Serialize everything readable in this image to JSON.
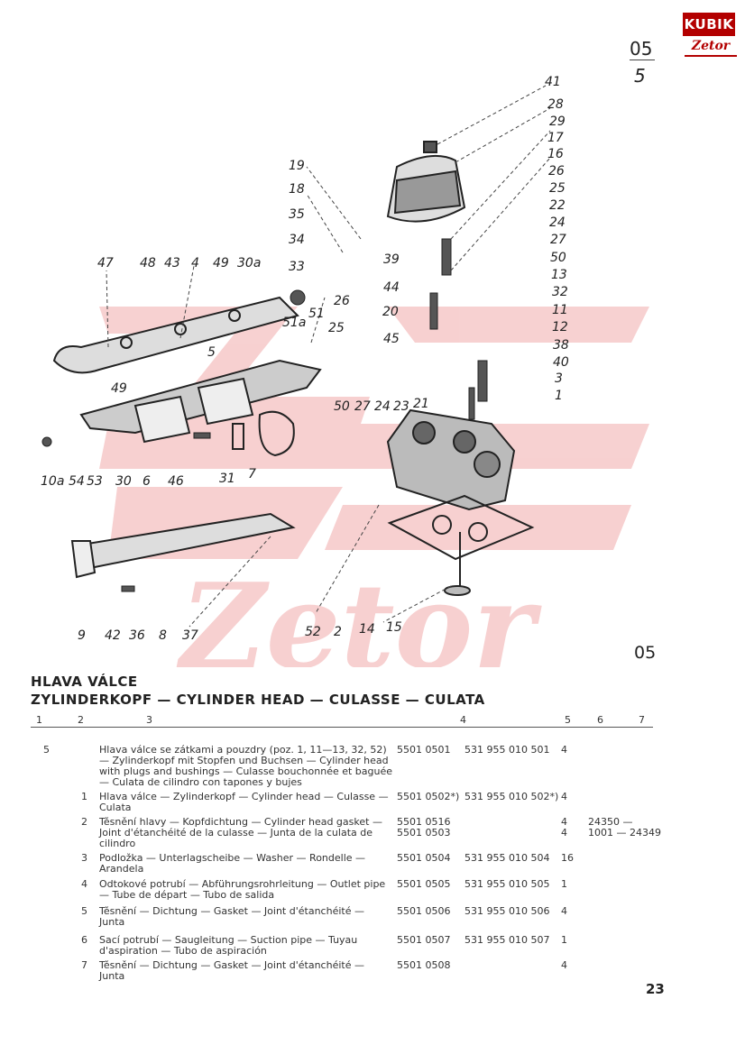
{
  "brand": {
    "logo_text": "KUBIK",
    "sub_logo_text": "Zetor"
  },
  "header": {
    "section_code": "05",
    "section_number": "5"
  },
  "diagram": {
    "side_code": "05",
    "callouts": [
      "41",
      "28",
      "29",
      "17",
      "16",
      "26",
      "25",
      "22",
      "24",
      "27",
      "50",
      "13",
      "32",
      "11",
      "12",
      "38",
      "40",
      "3",
      "1",
      "19",
      "18",
      "35",
      "34",
      "33",
      "39",
      "44",
      "20",
      "45",
      "26",
      "25",
      "21",
      "23",
      "24",
      "27",
      "50",
      "47",
      "48",
      "43",
      "4",
      "49",
      "30a",
      "51",
      "51a",
      "5",
      "49",
      "10a",
      "54",
      "53",
      "30",
      "6",
      "46",
      "31",
      "7",
      "9",
      "42",
      "36",
      "8",
      "37",
      "52",
      "2",
      "14",
      "15"
    ],
    "watermark_text": "Zetor"
  },
  "title": {
    "line1": "HLAVA VÁLCE",
    "line2": "ZYLINDERKOPF — CYLINDER HEAD — CULASSE — CULATA"
  },
  "table": {
    "column_numbers": [
      "1",
      "2",
      "3",
      "4",
      "5",
      "6",
      "7"
    ],
    "rows": [
      {
        "c1": "5",
        "c2": "",
        "c3": "Hlava válce se zátkami a pouzdry (poz. 1, 11—13, 32, 52) — Zylinderkopf mit Stopfen und Buchsen — Cylinder head with plugs and bushings — Culasse bouchonnée et baguée — Culata de cilindro con tapones y bujes",
        "c4a": "5501 0501",
        "c4b": "531 955 010 501",
        "c5": "4",
        "c6": ""
      },
      {
        "c1": "",
        "c2": "1",
        "c3": "Hlava válce — Zylinderkopf — Cylinder head — Culasse — Culata",
        "c4a": "5501 0502*)",
        "c4b": "531 955 010 502*)",
        "c5": "4",
        "c6": ""
      },
      {
        "c1": "",
        "c2": "2",
        "c3": "Těsnění hlavy — Kopfdichtung — Cylinder head gasket — Joint d'étanchéité de la culasse — Junta de la culata de cilindro",
        "c4a": "5501 0516\n5501 0503",
        "c4b": "",
        "c5": "4\n4",
        "c6": "24350 —\n1001 — 24349"
      },
      {
        "c1": "",
        "c2": "3",
        "c3": "Podložka — Unterlagscheibe — Washer — Rondelle — Arandela",
        "c4a": "5501 0504",
        "c4b": "531 955 010 504",
        "c5": "16",
        "c6": ""
      },
      {
        "c1": "",
        "c2": "4",
        "c3": "Odtokové potrubí — Abführungsrohrleitung — Outlet pipe — Tube de départ — Tubo de salida",
        "c4a": "5501 0505",
        "c4b": "531 955 010 505",
        "c5": "1",
        "c6": ""
      },
      {
        "c1": "",
        "c2": "5",
        "c3": "Těsnění — Dichtung — Gasket — Joint d'étanchéité — Junta",
        "c4a": "5501 0506",
        "c4b": "531 955 010 506",
        "c5": "4",
        "c6": ""
      },
      {
        "c1": "",
        "c2": "6",
        "c3": "Sací potrubí — Saugleitung — Suction pipe — Tuyau d'aspiration — Tubo de aspiración",
        "c4a": "5501 0507",
        "c4b": "531 955 010 507",
        "c5": "1",
        "c6": ""
      },
      {
        "c1": "",
        "c2": "7",
        "c3": "Těsnění — Dichtung — Gasket — Joint d'étanchéité — Junta",
        "c4a": "5501 0508",
        "c4b": "",
        "c5": "4",
        "c6": ""
      }
    ]
  },
  "footer": {
    "page_number": "23"
  }
}
